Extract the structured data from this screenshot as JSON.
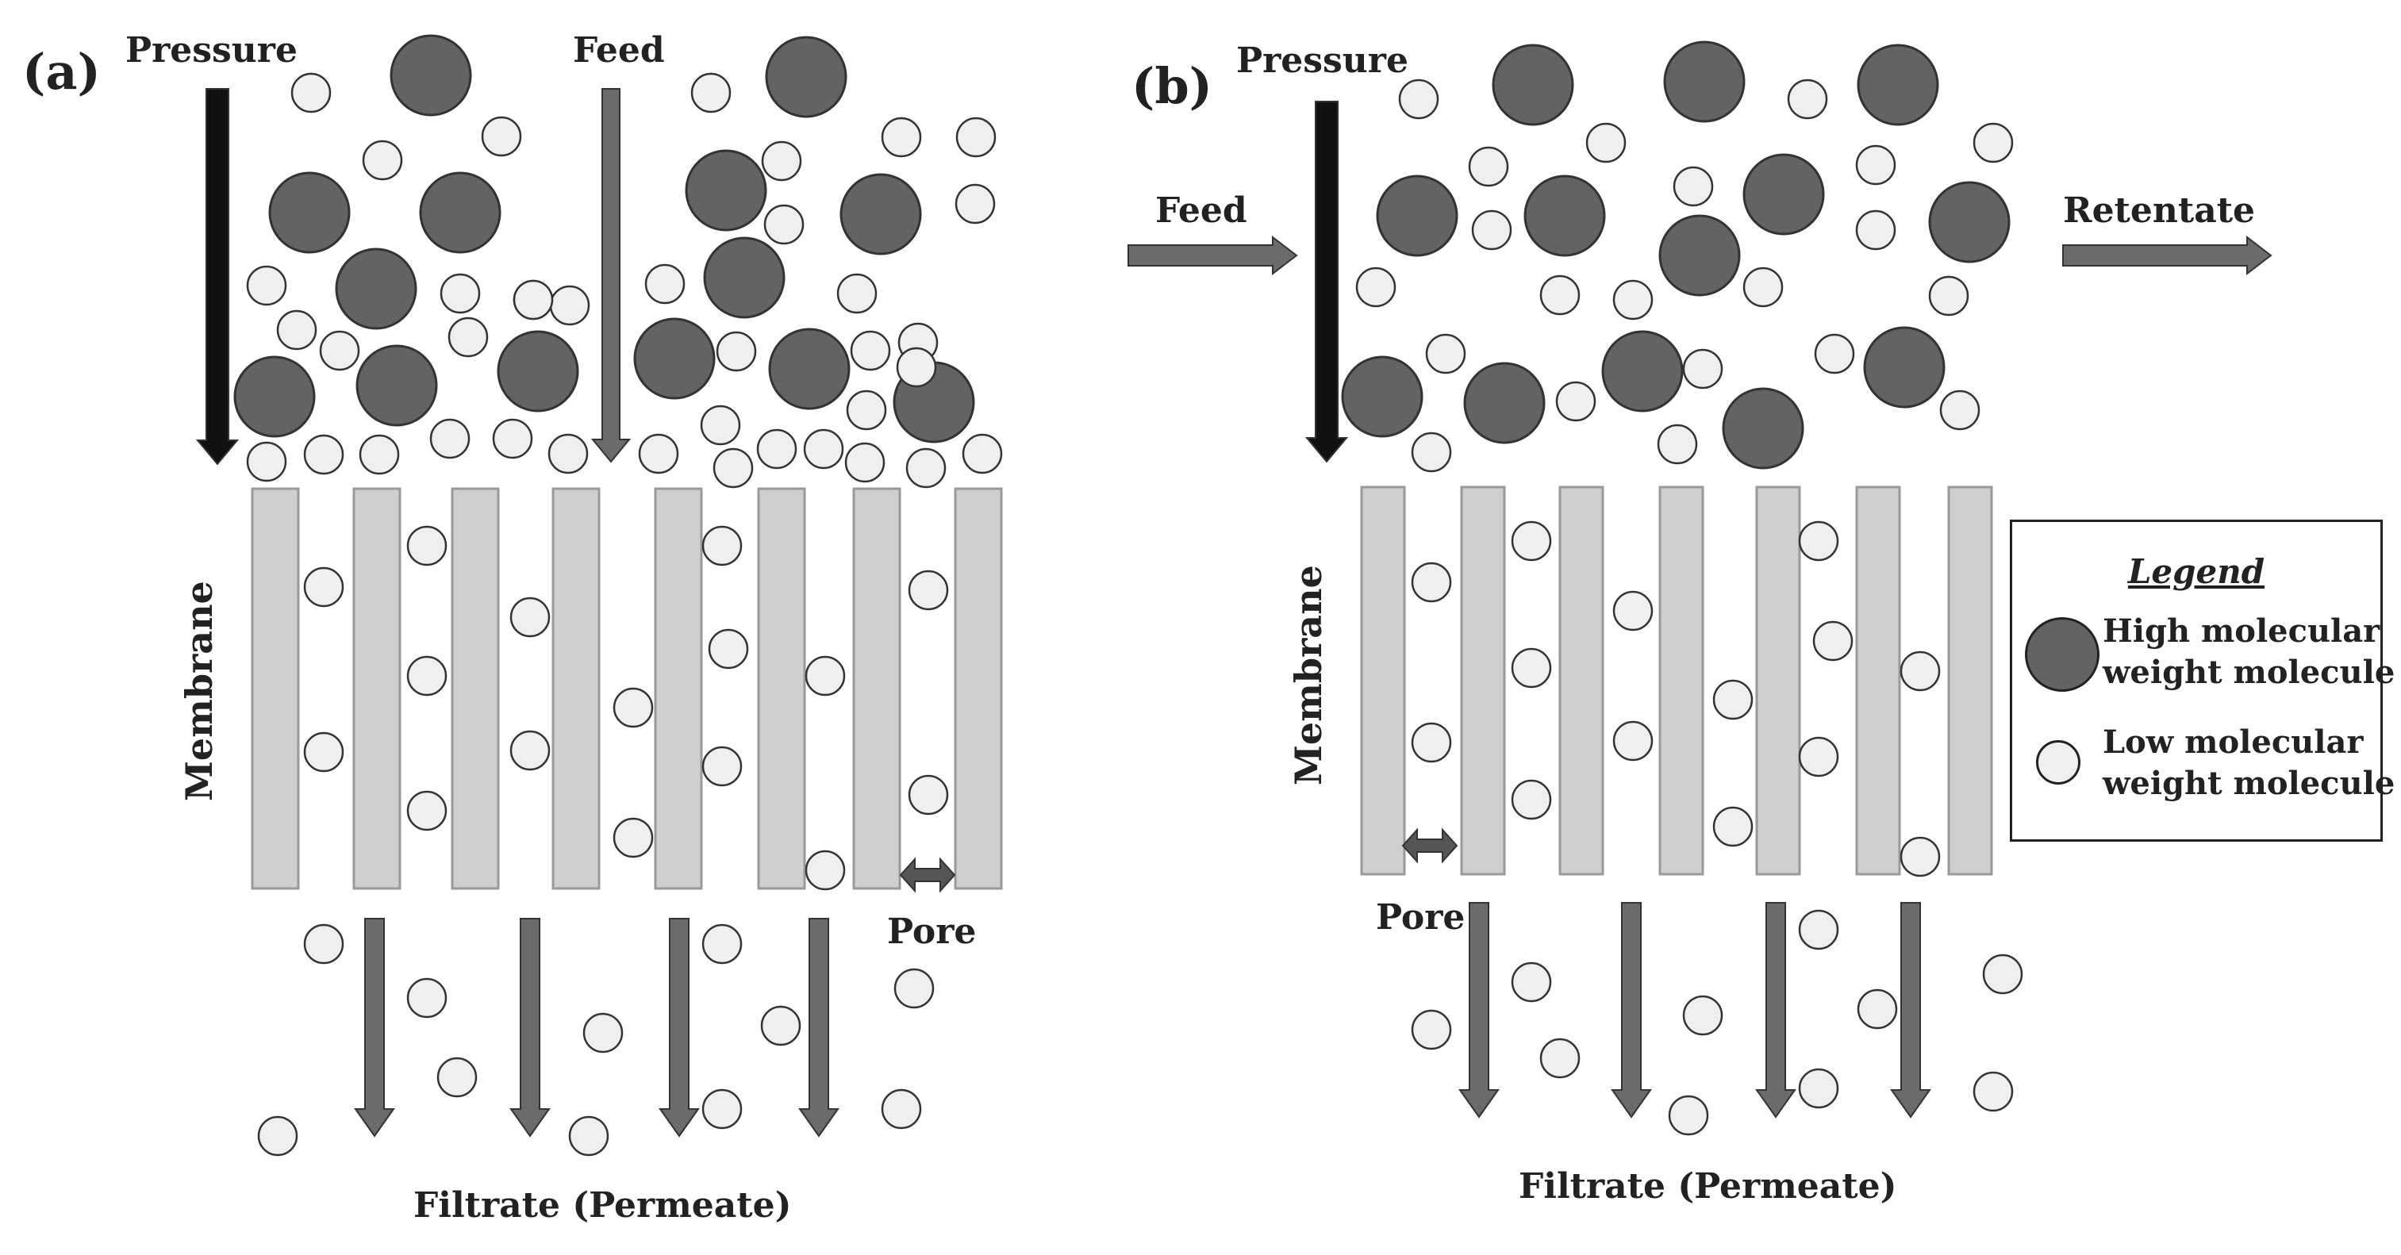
{
  "colors": {
    "high_mw": "#636363",
    "low_mw": "#efefef",
    "membrane": "#cfcfcf",
    "arrow_dark": "#111111",
    "arrow_gray": "#6b6b6b",
    "outline": "#333333"
  },
  "panel_a": {
    "letter": "(a)",
    "pressure_label": "Pressure",
    "feed_label": "Feed",
    "membrane_label": "Membrane",
    "pore_label": "Pore",
    "filtrate_label": "Filtrate (Permeate)"
  },
  "panel_b": {
    "letter": "(b)",
    "pressure_label": "Pressure",
    "feed_label": "Feed",
    "retentate_label": "Retentate",
    "membrane_label": "Membrane",
    "pore_label": "Pore",
    "filtrate_label": "Filtrate (Permeate)"
  },
  "legend": {
    "title": "Legend",
    "high_line1": "High molecular",
    "high_line2": "weight molecule",
    "low_line1": "Low molecular",
    "low_line2": "weight molecule"
  }
}
